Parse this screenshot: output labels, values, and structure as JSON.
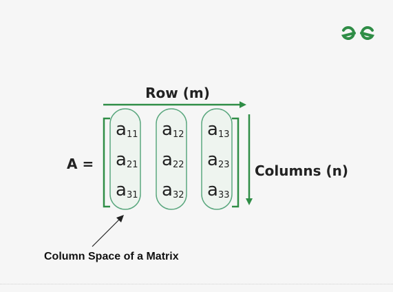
{
  "brand": {
    "logo_text": "GG",
    "color": "#2f8d46"
  },
  "diagram": {
    "matrix_label": "A =",
    "row_label": "Row (m)",
    "columns_label": "Columns (n)",
    "caption": "Column Space of a Matrix",
    "entries": [
      [
        {
          "base": "a",
          "sub": "11"
        },
        {
          "base": "a",
          "sub": "12"
        },
        {
          "base": "a",
          "sub": "13"
        }
      ],
      [
        {
          "base": "a",
          "sub": "21"
        },
        {
          "base": "a",
          "sub": "22"
        },
        {
          "base": "a",
          "sub": "23"
        }
      ],
      [
        {
          "base": "a",
          "sub": "31"
        },
        {
          "base": "a",
          "sub": "32"
        },
        {
          "base": "a",
          "sub": "33"
        }
      ]
    ],
    "colors": {
      "accent": "#2f8d46",
      "column_fill": "#e8f1ea",
      "text": "#222222"
    }
  }
}
